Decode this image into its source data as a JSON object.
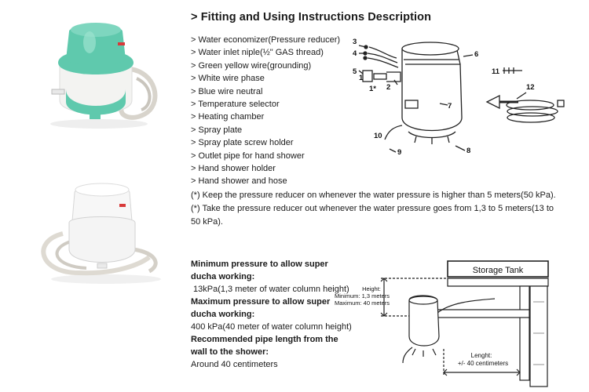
{
  "header": {
    "title": "> Fitting and Using Instructions Description"
  },
  "parts": [
    "> Water economizer(Pressure reducer)",
    "> Water inlet niple(½\" GAS thread)",
    "> Green yellow wire(grounding)",
    "> White wire phase",
    "> Blue wire neutral",
    "> Temperature selector",
    "> Heating chamber",
    "> Spray plate",
    "> Spray plate screw holder",
    "> Outlet pipe for hand shower",
    "> Hand shower holder",
    "> Hand shower and hose"
  ],
  "notes": [
    "(*) Keep the pressure reducer on whenever the water pressure is higher than 5 meters(50 kPa).",
    "(*) Take the pressure reducer out whenever the water pressure goes from 1,3 to 5 meters(13 to 50 kPa)."
  ],
  "pressure": {
    "min_heading": "Minimum pressure to allow super ducha working:",
    "min_value": "13kPa(1,3 meter of water column height)",
    "max_heading": "Maximum pressure to allow super ducha working:",
    "max_value": "400 kPa(40 meter of water column height)",
    "pipe_heading": "Recommended pipe length from the wall to the shower:",
    "pipe_value": "Around 40 centimeters"
  },
  "diagram": {
    "callouts": [
      "1",
      "2",
      "3",
      "4",
      "5",
      "1*",
      "6",
      "7",
      "8",
      "9",
      "10",
      "11",
      "12"
    ]
  },
  "installation": {
    "tank_label": "Storage Tank",
    "height_label": "Height:",
    "min_label": "Minimum: 1,3 meters",
    "max_label": "Maximum: 40 meters",
    "length_label": "Lenght:",
    "length_value": "+/- 40 centimeters"
  },
  "colors": {
    "green_product": "#5fc9ad",
    "white_product": "#f4f4f4",
    "text": "#1a1a1a"
  }
}
